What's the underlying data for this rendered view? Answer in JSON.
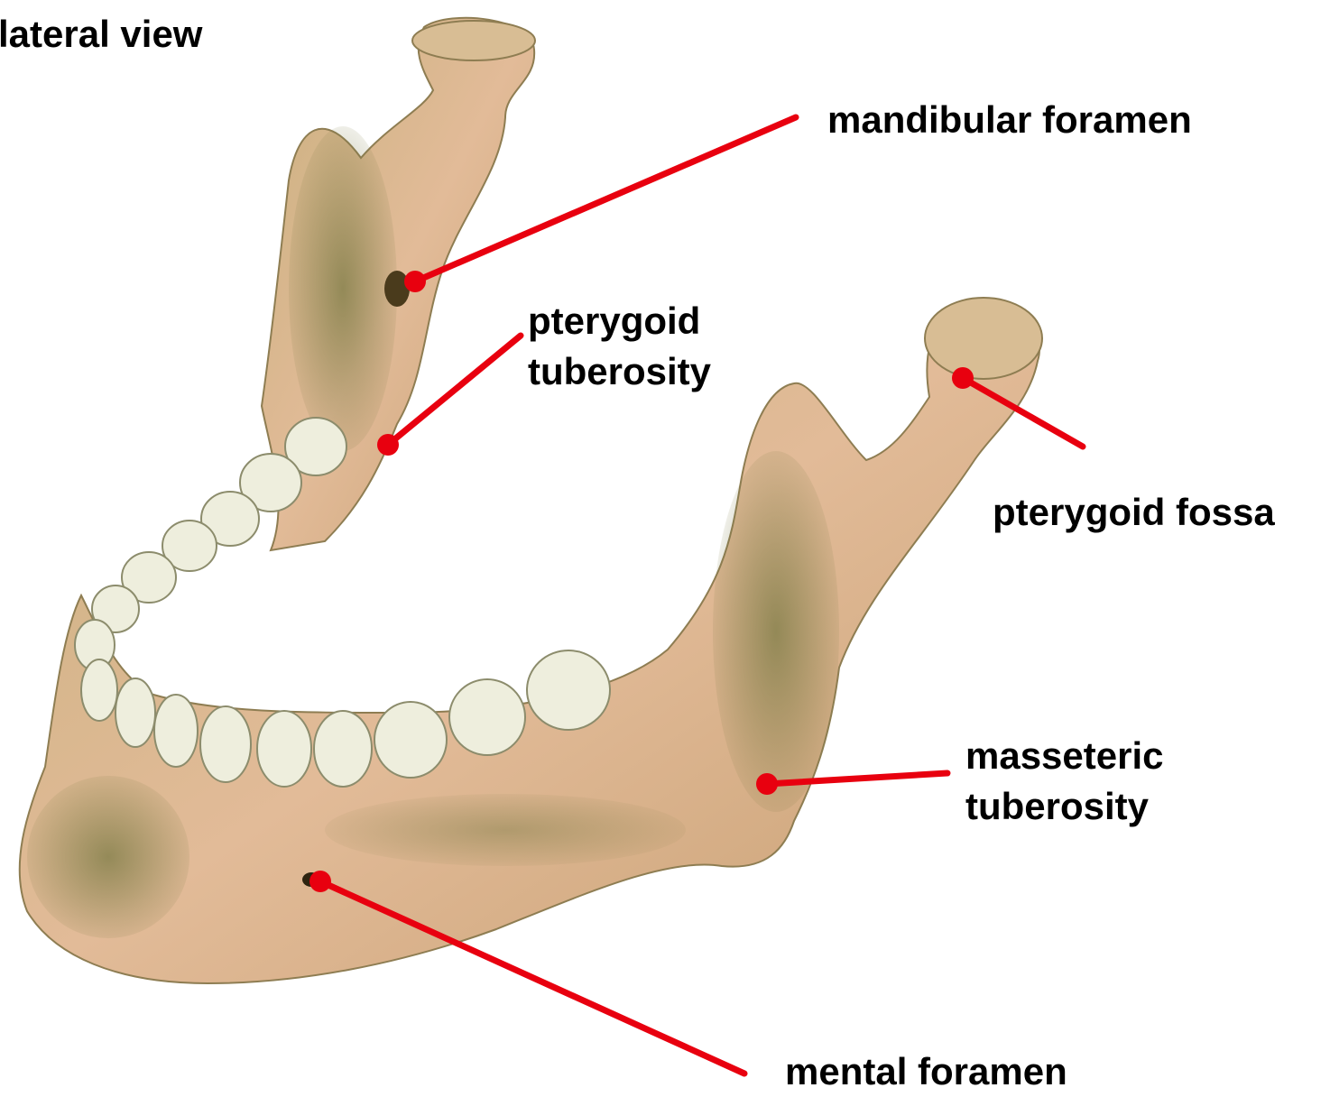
{
  "title": "lateral view",
  "labels": {
    "mandibular_foramen": "mandibular foramen",
    "pterygoid_tuberosity": [
      "pterygoid",
      "tuberosity"
    ],
    "pterygoid_fossa": "pterygoid fossa",
    "masseteric_tuberosity": [
      "masseteric",
      "tuberosity"
    ],
    "mental_foramen": "mental foramen"
  },
  "colors": {
    "leader": "#e8000f",
    "bone": "#dcb48f",
    "bone_shade": "#6b6a3c",
    "tooth": "#eeeedd",
    "text": "#000000"
  }
}
